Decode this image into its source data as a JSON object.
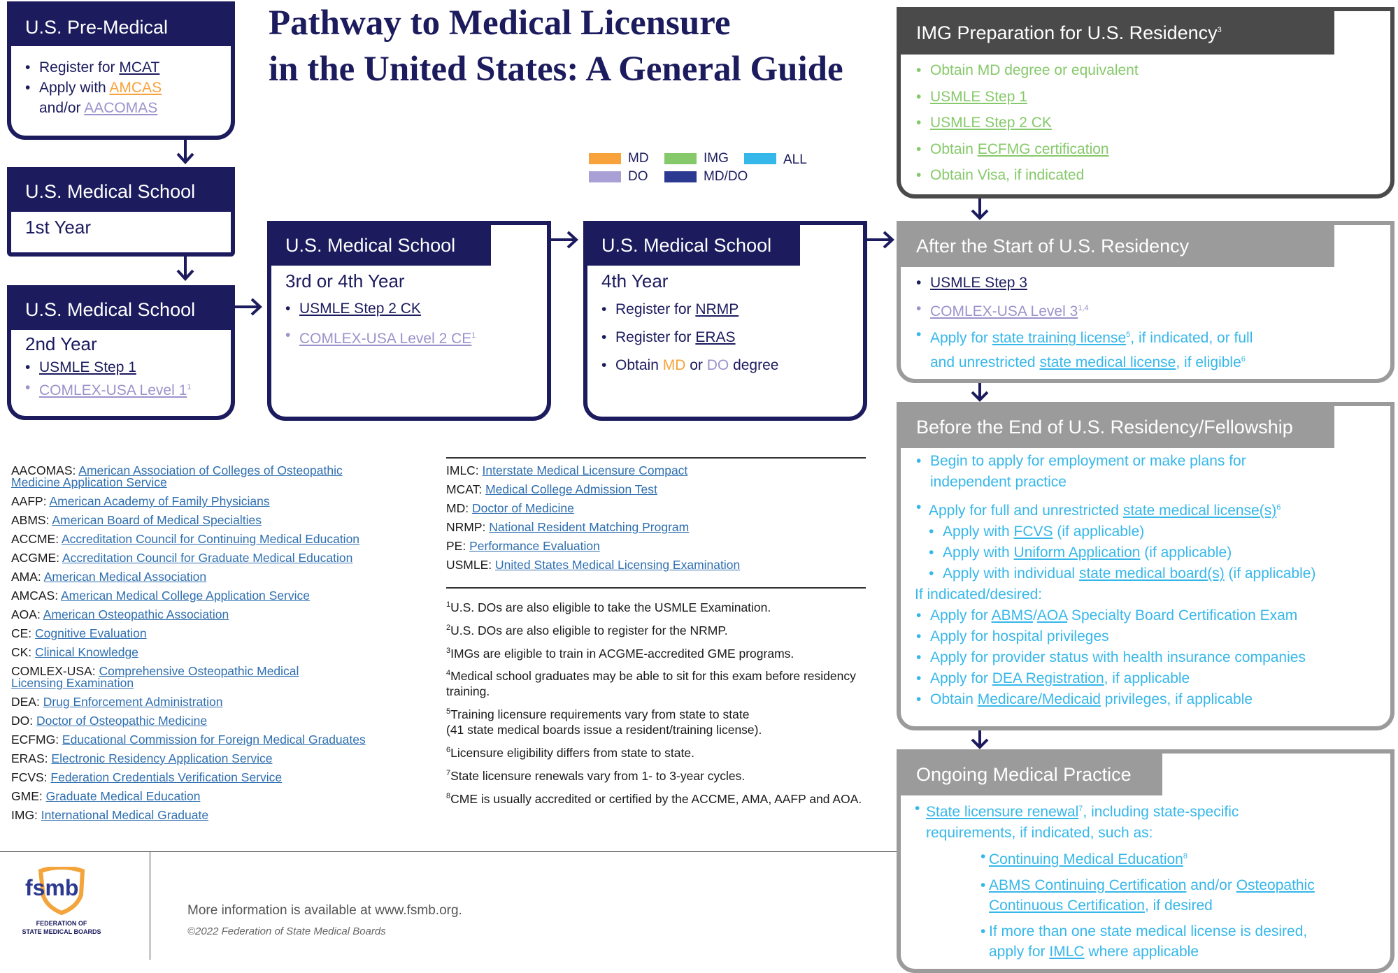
{
  "title": {
    "line1": "Pathway to Medical Licensure",
    "line2": "in the United States: A General Guide"
  },
  "legend": [
    {
      "label": "MD",
      "color": "#f7a23b"
    },
    {
      "label": "IMG",
      "color": "#86c96a"
    },
    {
      "label": "ALL",
      "color": "#36b7ea"
    },
    {
      "label": "DO",
      "color": "#a9a1d6"
    },
    {
      "label": "MD/DO",
      "color": "#2b3990"
    }
  ],
  "premed": {
    "heading": "U.S. Pre-Medical",
    "item1_pre": "Register for ",
    "item1_link": "MCAT",
    "item2_pre": "Apply with ",
    "item2_link": "AMCAS",
    "item2_cont": "and/or ",
    "item2_link2": "AACOMAS"
  },
  "year1": {
    "heading": "U.S. Medical School",
    "sub": "1st Year"
  },
  "year2": {
    "heading": "U.S. Medical School",
    "sub": "2nd Year",
    "item1": "USMLE Step 1",
    "item2": "COMLEX-USA Level 1",
    "item2_sup": "1"
  },
  "year3": {
    "heading": "U.S. Medical School",
    "sub": "3rd or 4th Year",
    "item1": "USMLE Step 2 CK",
    "item2": "COMLEX-USA Level 2 CE",
    "item2_sup": "1"
  },
  "year4": {
    "heading": "U.S. Medical School",
    "sub": "4th Year",
    "item1_pre": "Register for ",
    "item1_link": "NRMP",
    "item2_pre": "Register for ",
    "item2_link": "ERAS",
    "item3_pre": "Obtain ",
    "item3_md": "MD",
    "item3_or": " or ",
    "item3_do": "DO",
    "item3_post": " degree"
  },
  "img": {
    "heading": "IMG Preparation for U.S. Residency",
    "heading_sup": "3",
    "items": [
      "Obtain MD degree or equivalent",
      "USMLE Step 1",
      "USMLE Step 2 CK"
    ],
    "item4_pre": "Obtain ",
    "item4_link": "ECFMG certification",
    "item5": "Obtain Visa, if indicated"
  },
  "residency": {
    "heading": "After the Start of U.S. Residency",
    "item1": "USMLE Step 3",
    "item2": "COMLEX-USA Level 3",
    "item2_sup": "1,4",
    "item3_pre": "Apply for ",
    "item3_link": "state training license",
    "item3_sup": "5",
    "item3_mid": ", if indicated, or full",
    "item3_line2_pre": "and unrestricted ",
    "item3_link2": "state medical license",
    "item3_post": ", if eligible",
    "item3_sup2": "6"
  },
  "beforeend": {
    "heading": "Before the End of U.S. Residency/Fellowship",
    "b1_l1": "Begin to apply for employment or make plans for",
    "b1_l2": "independent practice",
    "b2_pre": "Apply for full and unrestricted ",
    "b2_link": "state medical license(s)",
    "b2_sup": "6",
    "s1_pre": "Apply with ",
    "s1_link": "FCVS",
    "s1_post": " (if applicable)",
    "s2_pre": "Apply with ",
    "s2_link": "Uniform Application",
    "s2_post": " (if applicable)",
    "s3_pre": "Apply with individual ",
    "s3_link": "state medical board(s)",
    "s3_post": " (if applicable)",
    "ifdesired": "If indicated/desired:",
    "d1_pre": "Apply for ",
    "d1_link1": "ABMS",
    "d1_slash": "/",
    "d1_link2": "AOA",
    "d1_post": " Specialty Board Certification Exam",
    "d2": "Apply for hospital privileges",
    "d3": "Apply for provider status with health insurance companies",
    "d4_pre": "Apply for ",
    "d4_link": "DEA Registration",
    "d4_post": ", if applicable",
    "d5_pre": "Obtain ",
    "d5_link": "Medicare/Medicaid",
    "d5_post": " privileges, if applicable"
  },
  "ongoing": {
    "heading": "Ongoing Medical Practice",
    "o1_link": "State licensure renewal",
    "o1_sup": "7",
    "o1_post": ", including state-specific",
    "o1_l2": "requirements, if indicated, such as:",
    "o2_link": "Continuing Medical Education",
    "o2_sup": "8",
    "o3_link": "ABMS Continuing Certification",
    "o3_mid": " and/or ",
    "o3_link2": "Osteopathic",
    "o3_l2_link": "Continuous Certification",
    "o3_l2_post": ", if desired",
    "o4_l1": "If more than one state medical license is desired,",
    "o4_pre": "apply for ",
    "o4_link": "IMLC",
    "o4_post": " where applicable"
  },
  "abbreviations_left": [
    {
      "abbr": "AACOMAS: ",
      "full": "American Association of Colleges of Osteopathic ",
      "full2": "Medicine Application Service"
    },
    {
      "abbr": "AAFP: ",
      "full": "American Academy of Family Physicians"
    },
    {
      "abbr": "ABMS: ",
      "full": "American Board of Medical Specialties"
    },
    {
      "abbr": "ACCME: ",
      "full": "Accreditation Council for Continuing Medical Education"
    },
    {
      "abbr": "ACGME: ",
      "full": "Accreditation Council for Graduate Medical Education"
    },
    {
      "abbr": "AMA: ",
      "full": "American Medical Association"
    },
    {
      "abbr": "AMCAS: ",
      "full": "American Medical College Application Service"
    },
    {
      "abbr": "AOA: ",
      "full": "American Osteopathic Association"
    },
    {
      "abbr": "CE: ",
      "full": "Cognitive Evaluation"
    },
    {
      "abbr": "CK: ",
      "full": "Clinical Knowledge"
    },
    {
      "abbr": "COMLEX-USA: ",
      "full": "Comprehensive Osteopathic Medical ",
      "full2": "Licensing Examination"
    },
    {
      "abbr": "DEA: ",
      "full": "Drug Enforcement Administration"
    },
    {
      "abbr": "DO: ",
      "full": "Doctor of Osteopathic Medicine"
    },
    {
      "abbr": "ECFMG: ",
      "full": "Educational Commission for Foreign Medical Graduates"
    },
    {
      "abbr": "ERAS: ",
      "full": "Electronic Residency Application Service"
    },
    {
      "abbr": "FCVS: ",
      "full": "Federation Credentials Verification Service"
    },
    {
      "abbr": "GME: ",
      "full": "Graduate Medical Education"
    },
    {
      "abbr": "IMG: ",
      "full": "International Medical Graduate"
    }
  ],
  "abbreviations_right": [
    {
      "abbr": "IMLC: ",
      "full": "Interstate Medical Licensure Compact"
    },
    {
      "abbr": "MCAT: ",
      "full": "Medical College Admission Test"
    },
    {
      "abbr": "MD: ",
      "full": "Doctor of Medicine"
    },
    {
      "abbr": "NRMP: ",
      "full": "National Resident Matching Program"
    },
    {
      "abbr": "PE: ",
      "full": "Performance Evaluation"
    },
    {
      "abbr": "USMLE: ",
      "full": "United States Medical Licensing Examination"
    }
  ],
  "footnotes": [
    {
      "num": "1",
      "text": "U.S. DOs are also eligible to take the USMLE Examination."
    },
    {
      "num": "2",
      "text": "U.S. DOs are also eligible to register for the NRMP."
    },
    {
      "num": "3",
      "text": "IMGs are eligible to train in ACGME-accredited GME programs."
    },
    {
      "num": "4",
      "text": "Medical school graduates may be able to sit for this exam before residency training."
    },
    {
      "num": "5",
      "text": "Training licensure requirements vary from state to state",
      "text2": "(41 state medical boards issue a resident/training license)."
    },
    {
      "num": "6",
      "text": "Licensure eligibility differs from state to state."
    },
    {
      "num": "7",
      "text": "State licensure renewals vary from 1- to 3-year cycles."
    },
    {
      "num": "8",
      "text": "CME is usually accredited or certified by the ACCME, AMA, AAFP and AOA."
    }
  ],
  "footer": {
    "logo_text": "fsmb",
    "logo_sub1": "FEDERATION OF",
    "logo_sub2": "STATE MEDICAL BOARDS",
    "more_info": "More information is available at www.fsmb.org.",
    "copyright": "©2022 Federation of State Medical Boards"
  }
}
